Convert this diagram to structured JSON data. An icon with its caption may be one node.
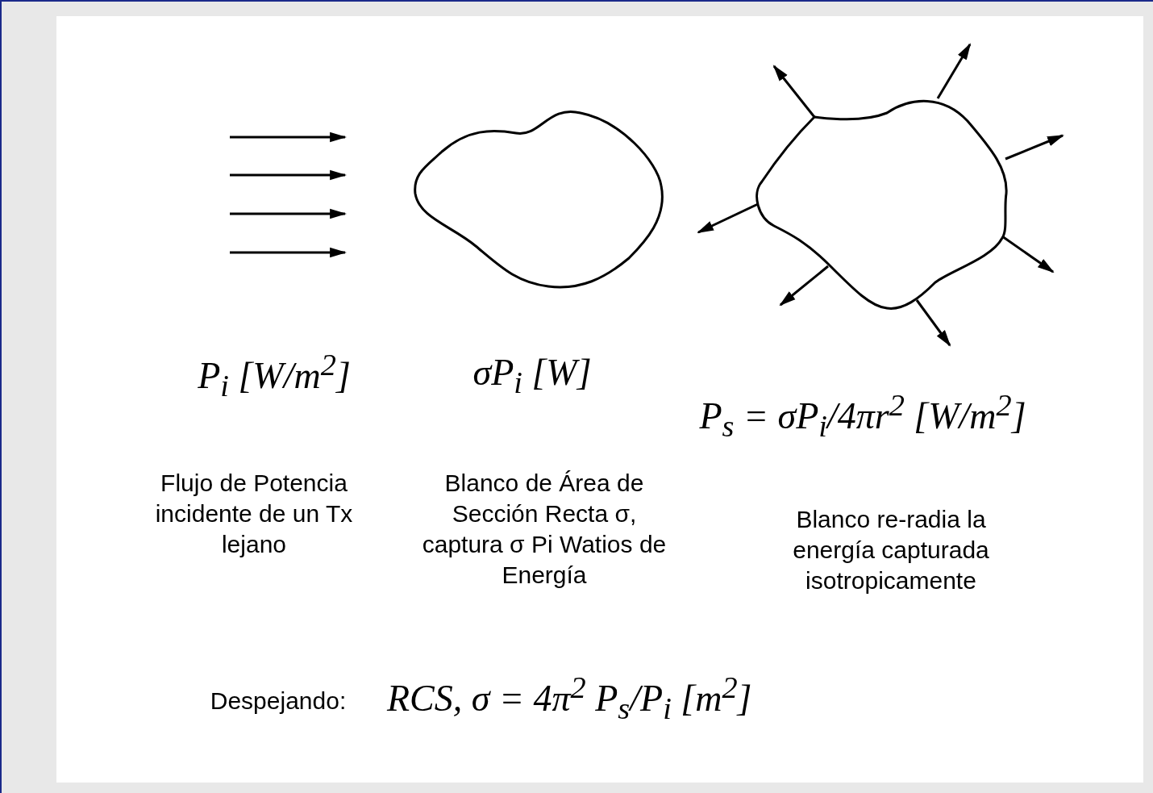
{
  "diagram": {
    "labels": [
      "P$_{i}$ [W/m$^{2}$]",
      "σP$_{i}$ [W]",
      "P$_{s}$ = σP$_{i}$/4πr$^{2}$ [W/m$^{2}$]",
      "Flujo de Potencia incidente de un Tx lejano",
      "Blanco de Área de Sección Recta σ, captura σ Pi Watios de Energía",
      "Blanco re-radia la energía capturada isotropicamente",
      "Despejando:",
      "RCS, σ = 4π$^{2}$ P$_{s}$/P$_{i}$ [m$^{2}$]"
    ]
  }
}
